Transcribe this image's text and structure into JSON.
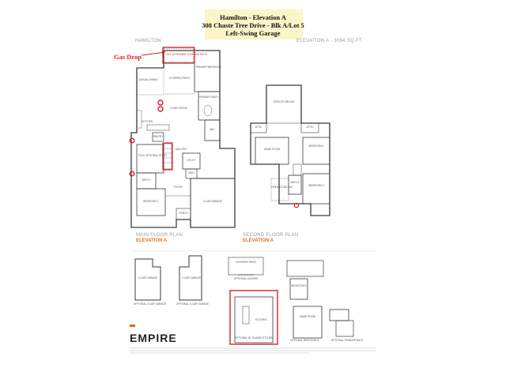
{
  "header": {
    "line1": "Hamilton - Elevation A",
    "line2": "308 Chaste Tree Drive - Blk A/Lot 5",
    "line3": "Left-Swing Garage"
  },
  "plan_name": "HAMILTON",
  "elevation_label": "ELEVATION A - 3084 SQ.FT.",
  "annotation": "Gas Drop",
  "main_floor": {
    "title": "MAIN FLOOR PLAN",
    "subtitle": "ELEVATION A",
    "rooms": {
      "opt_patio": "OPT. EXTENDED COVERED PATIO",
      "primary_bedroom": "PRIMARY BEDROOM",
      "casual_dining": "CASUAL DINING",
      "covered_patio": "COVERED PATIO",
      "living_room": "LIVING ROOM",
      "primary_bath": "PRIMARY BATH",
      "kitchen": "KITCHEN",
      "pantry": "PANTRY",
      "wic": "WIC",
      "gallery": "GALLERY",
      "flex_study": "FLEX OPTIONAL STUDY",
      "utility": "UTILITY",
      "bath_2": "BATH 2",
      "mud": "MUD",
      "foyer": "FOYER",
      "bedroom_2": "BEDROOM 2",
      "garage": "2-CAR GARAGE",
      "porch": "PORCH"
    }
  },
  "second_floor": {
    "title": "SECOND FLOOR PLAN",
    "subtitle": "ELEVATION A",
    "rooms": {
      "open_below_top": "OPEN TO BELOW",
      "attic_left": "ATTIC",
      "attic_right": "ATTIC",
      "game_room": "GAME ROOM",
      "bedroom_4": "BEDROOM 4",
      "bedroom_3": "BEDROOM 3",
      "bath_3": "BATH 3",
      "open_below_bottom": "OPEN TO BELOW"
    }
  },
  "options": {
    "garage_a": "2-CAR GARAGE",
    "garage_a_caption": "OPTIONAL 3-CAR GARAGE",
    "garage_b": "2-CAR GARAGE",
    "garage_b_caption": "OPTIONAL 3-CAR GARAGE",
    "covered_patio": "COVERED PATIO",
    "sliders_caption": "OPTIONAL SLIDERS",
    "kitchen": "KITCHEN",
    "kitchen_caption": "OPTIONAL 30' ISLAND KITCHEN",
    "bedroom_5": "BEDROOM 5",
    "game_room": "GAME ROOM",
    "game_room_caption": "OPTIONAL BEDROOM 5",
    "powder_caption": "OPTIONAL POWDER BATH"
  },
  "logo": "EMPIRE",
  "colors": {
    "highlight": "#d2232a",
    "accent": "#e06b1c",
    "header_bg": "#fdf4c8",
    "wall": "#3a3a3a"
  }
}
